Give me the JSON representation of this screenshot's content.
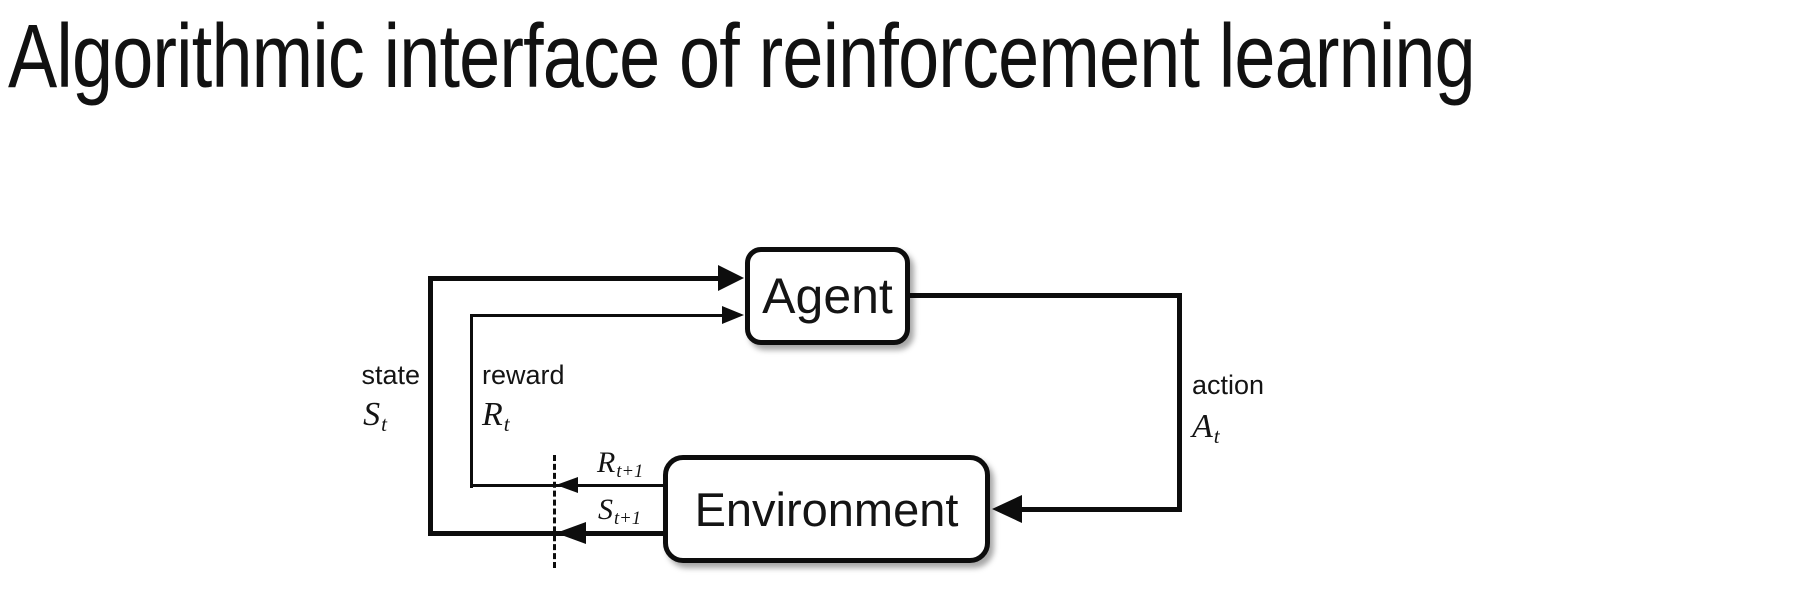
{
  "colors": {
    "ink": "#141414",
    "line": "#0d0d0d",
    "background": "#ffffff"
  },
  "title": "Algorithmic interface of reinforcement learning",
  "diagram": {
    "nodes": {
      "agent": "Agent",
      "environment": "Environment"
    },
    "state": {
      "word": "state",
      "symbol": "S",
      "sub": "t"
    },
    "reward": {
      "word": "reward",
      "symbol": "R",
      "sub": "t"
    },
    "action": {
      "word": "action",
      "symbol": "A",
      "sub": "t"
    },
    "next_reward": {
      "symbol": "R",
      "sub": "t+1"
    },
    "next_state": {
      "symbol": "S",
      "sub": "t+1"
    }
  }
}
